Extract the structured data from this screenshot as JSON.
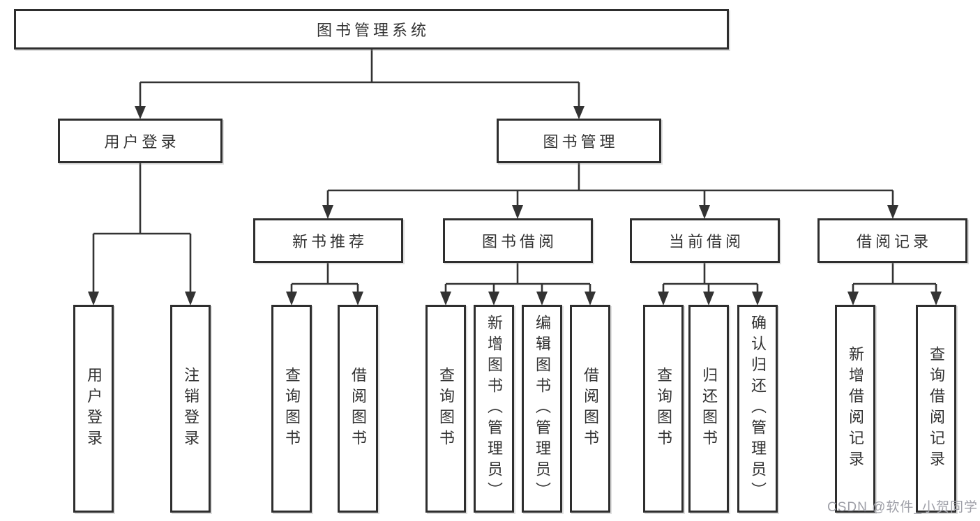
{
  "title": {
    "label": "图书管理系统"
  },
  "level2": [
    {
      "label": "用户登录"
    },
    {
      "label": "图书管理"
    }
  ],
  "level3": [
    {
      "label": "新书推荐"
    },
    {
      "label": "图书借阅"
    },
    {
      "label": "当前借阅"
    },
    {
      "label": "借阅记录"
    }
  ],
  "leaves": {
    "user_login": [
      {
        "label": "用户登录"
      },
      {
        "label": "注销登录"
      }
    ],
    "new_book_rec": [
      {
        "label": "查询图书"
      },
      {
        "label": "借阅图书"
      }
    ],
    "book_borrow": [
      {
        "label": "查询图书"
      },
      {
        "label": "新增图书（管理员）"
      },
      {
        "label": "编辑图书（管理员）"
      },
      {
        "label": "借阅图书"
      }
    ],
    "current_borrow": [
      {
        "label": "查询图书"
      },
      {
        "label": "归还图书"
      },
      {
        "label": "确认归还（管理员）"
      }
    ],
    "borrow_records": [
      {
        "label": "新增借阅记录"
      },
      {
        "label": "查询借阅记录"
      }
    ]
  },
  "watermark": {
    "text": "CSDN @软件_小贺同学"
  },
  "colors": {
    "line": "#333333",
    "box_border": "#2e2e2e",
    "text": "#333333",
    "watermark": "#9fa0a8",
    "background": "#ffffff"
  }
}
